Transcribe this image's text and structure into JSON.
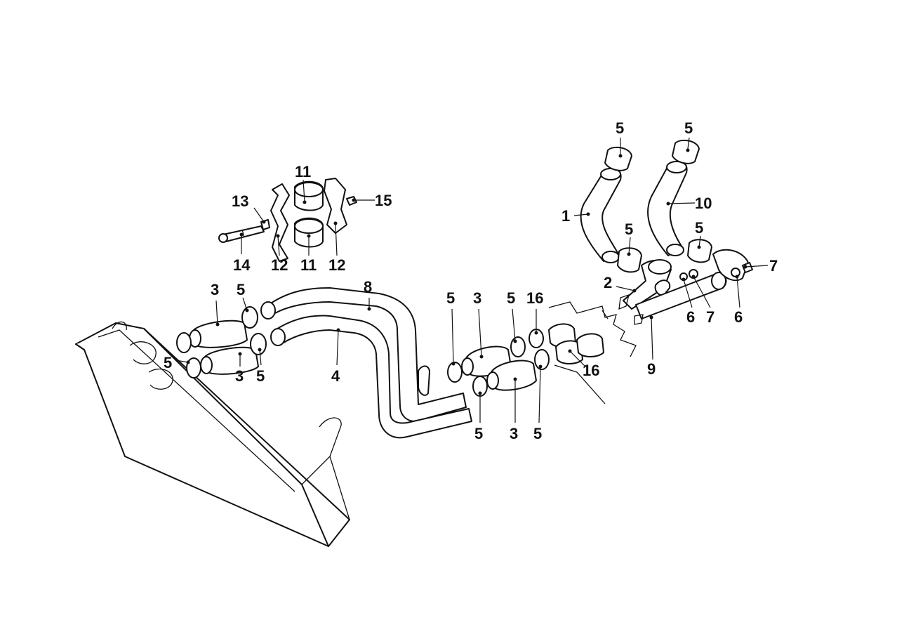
{
  "diagram": {
    "callouts": [
      {
        "id": "c-5-top-1",
        "text": "5"
      },
      {
        "id": "c-5-top-2",
        "text": "5"
      },
      {
        "id": "c-11-top",
        "text": "11"
      },
      {
        "id": "c-13",
        "text": "13"
      },
      {
        "id": "c-15",
        "text": "15"
      },
      {
        "id": "c-1",
        "text": "1"
      },
      {
        "id": "c-10",
        "text": "10"
      },
      {
        "id": "c-5-mid-1",
        "text": "5"
      },
      {
        "id": "c-5-mid-2",
        "text": "5"
      },
      {
        "id": "c-14",
        "text": "14"
      },
      {
        "id": "c-12-left",
        "text": "12"
      },
      {
        "id": "c-11-bottom",
        "text": "11"
      },
      {
        "id": "c-12-right",
        "text": "12"
      },
      {
        "id": "c-7-right",
        "text": "7"
      },
      {
        "id": "c-2",
        "text": "2"
      },
      {
        "id": "c-3-left-top",
        "text": "3"
      },
      {
        "id": "c-5-left-top",
        "text": "5"
      },
      {
        "id": "c-8",
        "text": "8"
      },
      {
        "id": "c-5-center-top-1",
        "text": "5"
      },
      {
        "id": "c-3-center-top",
        "text": "3"
      },
      {
        "id": "c-5-center-top-2",
        "text": "5"
      },
      {
        "id": "c-16-top",
        "text": "16"
      },
      {
        "id": "c-6-left",
        "text": "6"
      },
      {
        "id": "c-7-left",
        "text": "7"
      },
      {
        "id": "c-6-right",
        "text": "6"
      },
      {
        "id": "c-5-left-bottom",
        "text": "5"
      },
      {
        "id": "c-3-left-bottom",
        "text": "3"
      },
      {
        "id": "c-5-left-mid",
        "text": "5"
      },
      {
        "id": "c-4",
        "text": "4"
      },
      {
        "id": "c-9",
        "text": "9"
      },
      {
        "id": "c-16-bottom",
        "text": "16"
      },
      {
        "id": "c-5-center-bottom-1",
        "text": "5"
      },
      {
        "id": "c-3-center-bottom",
        "text": "3"
      },
      {
        "id": "c-5-center-bottom-2",
        "text": "5"
      }
    ]
  }
}
